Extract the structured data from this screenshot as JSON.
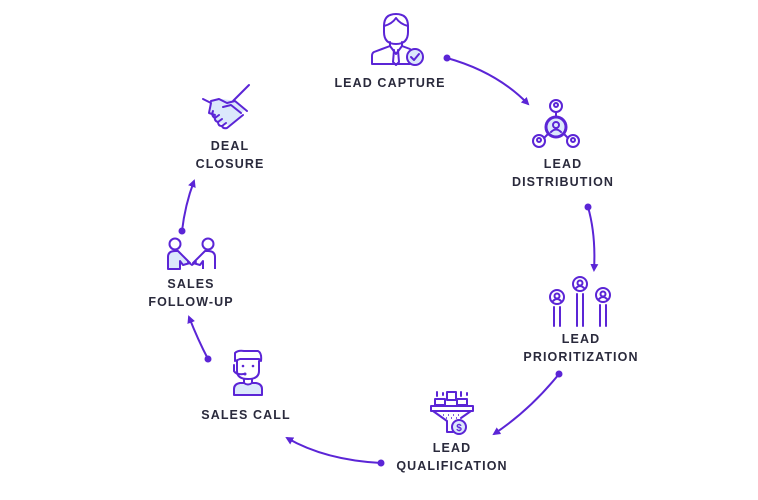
{
  "diagram": {
    "type": "cycle",
    "colors": {
      "accent": "#5b25d6",
      "text": "#2a2a3c",
      "icon_fill": "#dbe8fb"
    },
    "stages": [
      {
        "id": "lead-capture",
        "label_lines": [
          "LEAD CAPTURE"
        ],
        "icon": "businessman-check-icon"
      },
      {
        "id": "lead-distribution",
        "label_lines": [
          "LEAD",
          "DISTRIBUTION"
        ],
        "icon": "network-people-icon"
      },
      {
        "id": "lead-prioritization",
        "label_lines": [
          "LEAD",
          "PRIORITIZATION"
        ],
        "icon": "ranked-people-icon"
      },
      {
        "id": "lead-qualification",
        "label_lines": [
          "LEAD",
          "QUALIFICATION"
        ],
        "icon": "funnel-dollar-icon"
      },
      {
        "id": "sales-call",
        "label_lines": [
          "SALES CALL"
        ],
        "icon": "headset-agent-icon"
      },
      {
        "id": "sales-follow-up",
        "label_lines": [
          "SALES",
          "FOLLOW-UP"
        ],
        "icon": "people-meeting-icon"
      },
      {
        "id": "deal-closure",
        "label_lines": [
          "DEAL",
          "CLOSURE"
        ],
        "icon": "handshake-icon"
      }
    ],
    "connections": [
      {
        "from": "lead-capture",
        "to": "lead-distribution"
      },
      {
        "from": "lead-distribution",
        "to": "lead-prioritization"
      },
      {
        "from": "lead-prioritization",
        "to": "lead-qualification"
      },
      {
        "from": "lead-qualification",
        "to": "sales-call"
      },
      {
        "from": "sales-call",
        "to": "sales-follow-up"
      },
      {
        "from": "sales-follow-up",
        "to": "deal-closure"
      }
    ]
  }
}
